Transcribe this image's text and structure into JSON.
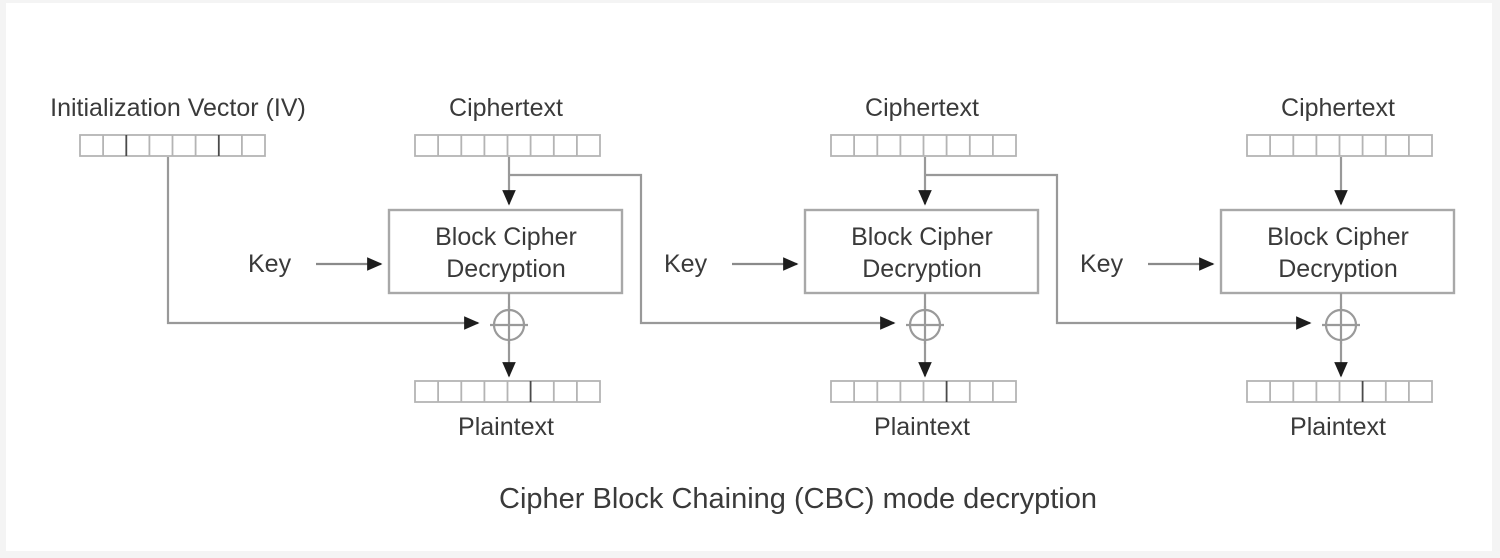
{
  "diagram": {
    "caption": "Cipher Block Chaining (CBC) mode decryption",
    "iv_label": "Initialization Vector (IV)",
    "ciphertext_label": "Ciphertext",
    "plaintext_label": "Plaintext",
    "key_label": "Key",
    "cipher_box_line1": "Block Cipher",
    "cipher_box_line2": "Decryption",
    "xor_symbol": "xor-circle-plus",
    "bits_per_block": 8,
    "block_count": 3,
    "colors": {
      "background": "#ffffff",
      "page_edge": "#f4f4f4",
      "wire": "#999999",
      "cell_border": "#b4b4b4",
      "cipher_box_border": "#a8a8a8",
      "text": "#3a3a3a",
      "arrowhead": "#1d1d1d"
    },
    "blocks": [
      {
        "index": 1,
        "ciphertext_label": "Ciphertext",
        "key_label": "Key",
        "cipher_box_line1": "Block Cipher",
        "cipher_box_line2": "Decryption",
        "plaintext_label": "Plaintext",
        "xor_input_source": "Initialization Vector (IV)",
        "feeds_forward_to": 2
      },
      {
        "index": 2,
        "ciphertext_label": "Ciphertext",
        "key_label": "Key",
        "cipher_box_line1": "Block Cipher",
        "cipher_box_line2": "Decryption",
        "plaintext_label": "Plaintext",
        "xor_input_source": "Ciphertext 1",
        "feeds_forward_to": 3
      },
      {
        "index": 3,
        "ciphertext_label": "Ciphertext",
        "key_label": "Key",
        "cipher_box_line1": "Block Cipher",
        "cipher_box_line2": "Decryption",
        "plaintext_label": "Plaintext",
        "xor_input_source": "Ciphertext 2",
        "feeds_forward_to": null
      }
    ]
  }
}
